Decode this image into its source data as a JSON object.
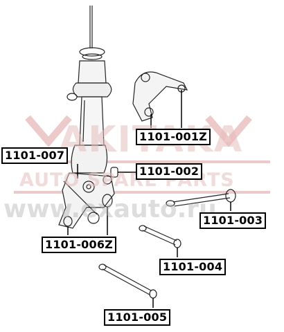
{
  "watermark": {
    "brand": "AKITAKA",
    "tagline": "AUTO SPARE PARTS",
    "url": "www.exauto.ru",
    "color": "#e8c2c2",
    "dark": "#b9b9b9"
  },
  "parts": [
    {
      "id": "p1",
      "label": "1101-001Z"
    },
    {
      "id": "p2",
      "label": "1101-007"
    },
    {
      "id": "p3",
      "label": "1101-002"
    },
    {
      "id": "p4",
      "label": "1101-003"
    },
    {
      "id": "p5",
      "label": "1101-006Z"
    },
    {
      "id": "p6",
      "label": "1101-004"
    },
    {
      "id": "p7",
      "label": "1101-005"
    }
  ]
}
